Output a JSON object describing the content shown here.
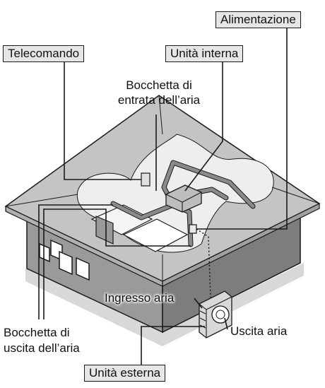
{
  "labels": {
    "remote": "Telecomando",
    "indoor_unit": "Unità interna",
    "power_supply": "Alimentazione",
    "inlet_line1": "Bocchetta di",
    "inlet_line2": "entrata dell’aria",
    "air_intake": "Ingresso aria",
    "outlet_line1": "Bocchetta di",
    "outlet_line2": "uscita dell’aria",
    "air_outlet": "Uscita aria",
    "outdoor_unit": "Unità esterna"
  },
  "colors": {
    "line": "#1a1a1a",
    "roof": "#c4c4c4",
    "wall": "#9a9a9a",
    "wall_dark": "#7d7d7d",
    "attic_floor": "#eeeeee",
    "duct": "#8a8a8a",
    "label_bg": "#e6e6e6"
  }
}
